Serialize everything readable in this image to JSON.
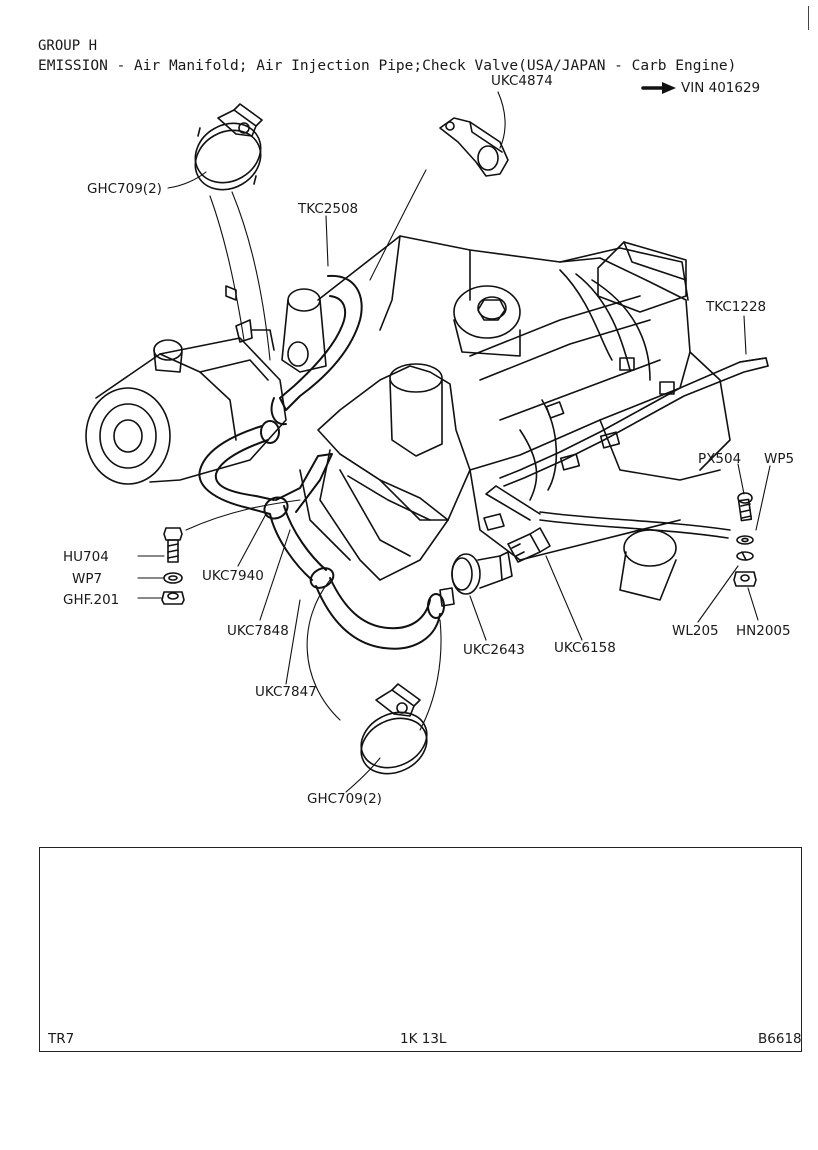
{
  "header": {
    "group": "GROUP H",
    "title": "EMISSION - Air Manifold; Air Injection Pipe;Check Valve(USA/JAPAN - Carb Engine)",
    "vin_note": "VIN 401629"
  },
  "labels": {
    "ukc4874": "UKC4874",
    "ghc709_top": "GHC709(2)",
    "tkc2508": "TKC2508",
    "tkc1228": "TKC1228",
    "px504": "PX504",
    "wp5": "WP5",
    "hu704": "HU704",
    "wp7": "WP7",
    "ghf201": "GHF.201",
    "ukc7940": "UKC7940",
    "ukc7848": "UKC7848",
    "ukc7847": "UKC7847",
    "ukc2643": "UKC2643",
    "ukc6158": "UKC6158",
    "wl205": "WL205",
    "hn2005": "HN2005",
    "ghc709_bottom": "GHC709(2)"
  },
  "footer": {
    "model": "TR7",
    "ref": "1K 13L",
    "plate": "B6618"
  }
}
